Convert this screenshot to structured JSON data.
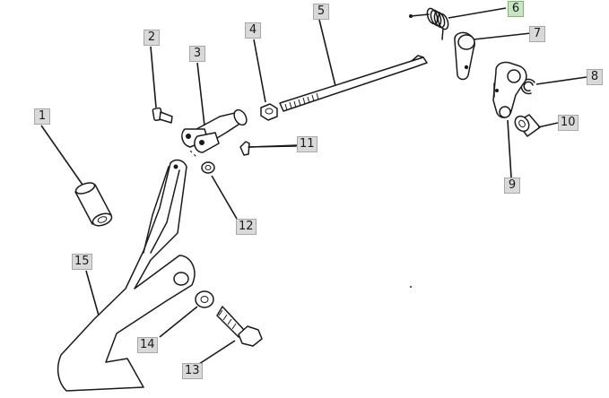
{
  "callouts": [
    {
      "id": "1",
      "label": "1"
    },
    {
      "id": "2",
      "label": "2"
    },
    {
      "id": "3",
      "label": "3"
    },
    {
      "id": "4",
      "label": "4"
    },
    {
      "id": "5",
      "label": "5"
    },
    {
      "id": "6",
      "label": "6",
      "highlight": true
    },
    {
      "id": "7",
      "label": "7"
    },
    {
      "id": "8",
      "label": "8"
    },
    {
      "id": "9",
      "label": "9"
    },
    {
      "id": "10",
      "label": "10"
    },
    {
      "id": "11",
      "label": "11"
    },
    {
      "id": "12",
      "label": "12"
    },
    {
      "id": "13",
      "label": "13"
    },
    {
      "id": "14",
      "label": "14"
    },
    {
      "id": "15",
      "label": "15"
    }
  ],
  "colors": {
    "callout_bg": "#d9d9d9",
    "callout_highlight_bg": "#c8e6c1",
    "line": "#1a1a1a"
  }
}
